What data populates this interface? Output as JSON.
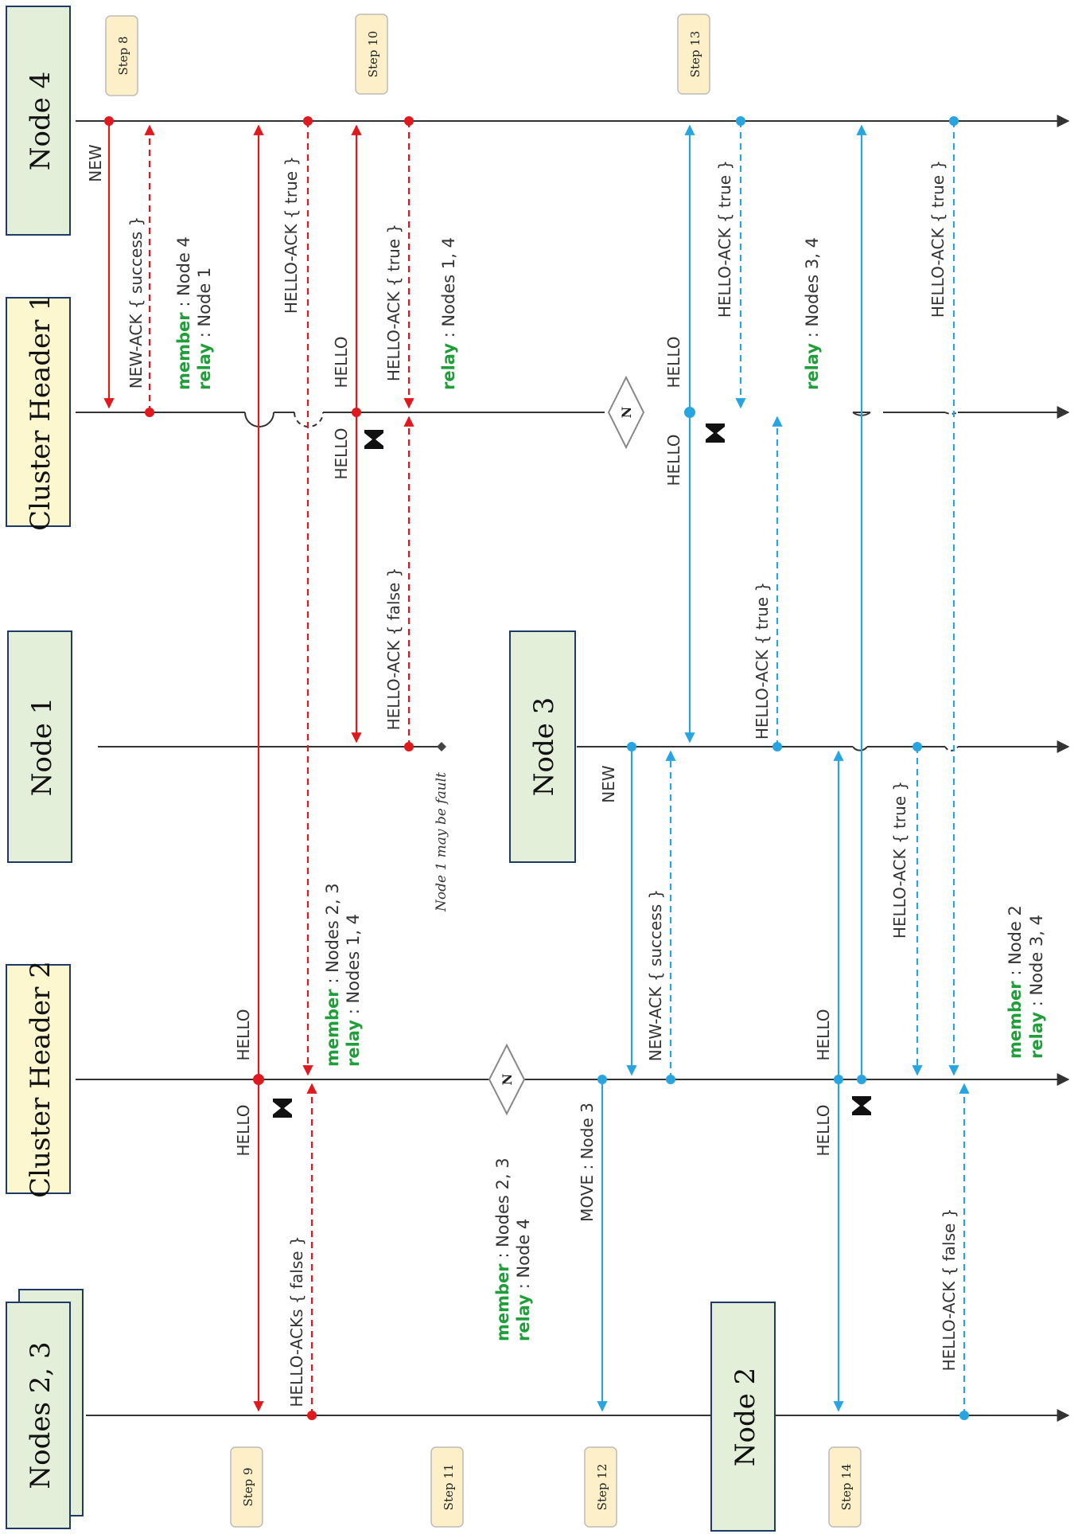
{
  "nodes": {
    "node4": "Node 4",
    "ch1": "Cluster Header 1",
    "node1": "Node 1",
    "node3": "Node 3",
    "ch2": "Cluster Header 2",
    "nodes23": "Nodes 2, 3",
    "node2": "Node 2"
  },
  "steps": {
    "s8": "Step 8",
    "s9": "Step 9",
    "s10": "Step 10",
    "s11": "Step 11",
    "s12": "Step 12",
    "s13": "Step 13",
    "s14": "Step 14"
  },
  "messages": {
    "new_n4": "NEW",
    "newack_n4": "NEW-ACK { success }",
    "hello_ch1_top": "HELLO",
    "hello_ch1_bottom": "HELLO",
    "helloack_true_top": "HELLO-ACK { true }",
    "helloack_true_n4": "HELLO-ACK { true }",
    "helloack_false_n1": "HELLO-ACK { false }",
    "hello_ch2_top": "HELLO",
    "hello_ch2_bottom": "HELLO",
    "helloacks_false": "HELLO-ACKs { false }",
    "move_n3": "MOVE : Node 3",
    "new_n3": "NEW",
    "newack_n3": "NEW-ACK { success }",
    "hello_ch1b_top": "HELLO",
    "hello_ch1b_bottom": "HELLO",
    "helloack_true_n3": "HELLO-ACK { true }",
    "helloack_true_n4b": "HELLO-ACK { true }",
    "hello_ch2b_top": "HELLO",
    "hello_ch2b_bottom": "HELLO",
    "helloack_true_n3b": "HELLO-ACK { true }",
    "helloack_false_n2": "HELLO-ACK { false }"
  },
  "roles": {
    "member_kw": "member",
    "relay_kw": "relay",
    "a_member": " : Node 4",
    "a_relay": " : Node 1",
    "b_relay": " : Nodes 1, 4",
    "c_member": " : Nodes 2, 3",
    "c_relay": " : Nodes 1, 4",
    "d_member": " : Nodes 2, 3",
    "d_relay": " : Node 4",
    "e_relay": " : Nodes 3, 4",
    "f_member": " : Node 2",
    "f_relay": " : Node 3, 4"
  },
  "notes": {
    "fault": "Node 1 may be fault"
  },
  "decision_label": "N",
  "colors": {
    "red": "#e0191f",
    "blue": "#28a5e0",
    "green_box": "#e3efd9",
    "yellow_box": "#fdf7d0",
    "step_box": "#fdf0c8",
    "box_border": "#1f3a66"
  }
}
